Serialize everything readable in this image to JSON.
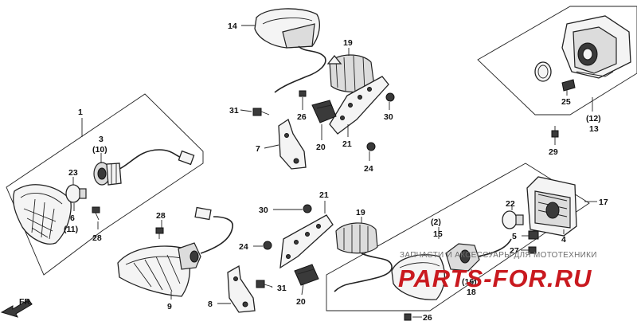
{
  "watermark": {
    "caption": "ЗАПЧАСТИ И АКСЕССУАРЫ ДЛЯ МОТОТЕХНИКИ",
    "brand": "PARTS-FOR.RU"
  },
  "direction_label": "FR.",
  "callouts": {
    "c1": "1",
    "c3": "3",
    "c10": "(10)",
    "c23": "23",
    "c6": "6",
    "c11": "(11)",
    "c28a": "28",
    "c28b": "28",
    "c9": "9",
    "c14": "14",
    "c19a": "19",
    "c31a": "31",
    "c26a": "26",
    "c7": "7",
    "c20a": "20",
    "c21a": "21",
    "c30a": "30",
    "c24a": "24",
    "c21b": "21",
    "c30b": "30",
    "c19b": "19",
    "c24b": "24",
    "c8": "8",
    "c31b": "31",
    "c20b": "20",
    "c25": "25",
    "c12": "(12)",
    "c13": "13",
    "c29": "29",
    "c2": "(2)",
    "c15": "15",
    "c16": "(16)",
    "c18": "18",
    "c26b": "26",
    "c22": "22",
    "c17": "17",
    "c5": "5",
    "c4": "4",
    "c27": "27"
  }
}
